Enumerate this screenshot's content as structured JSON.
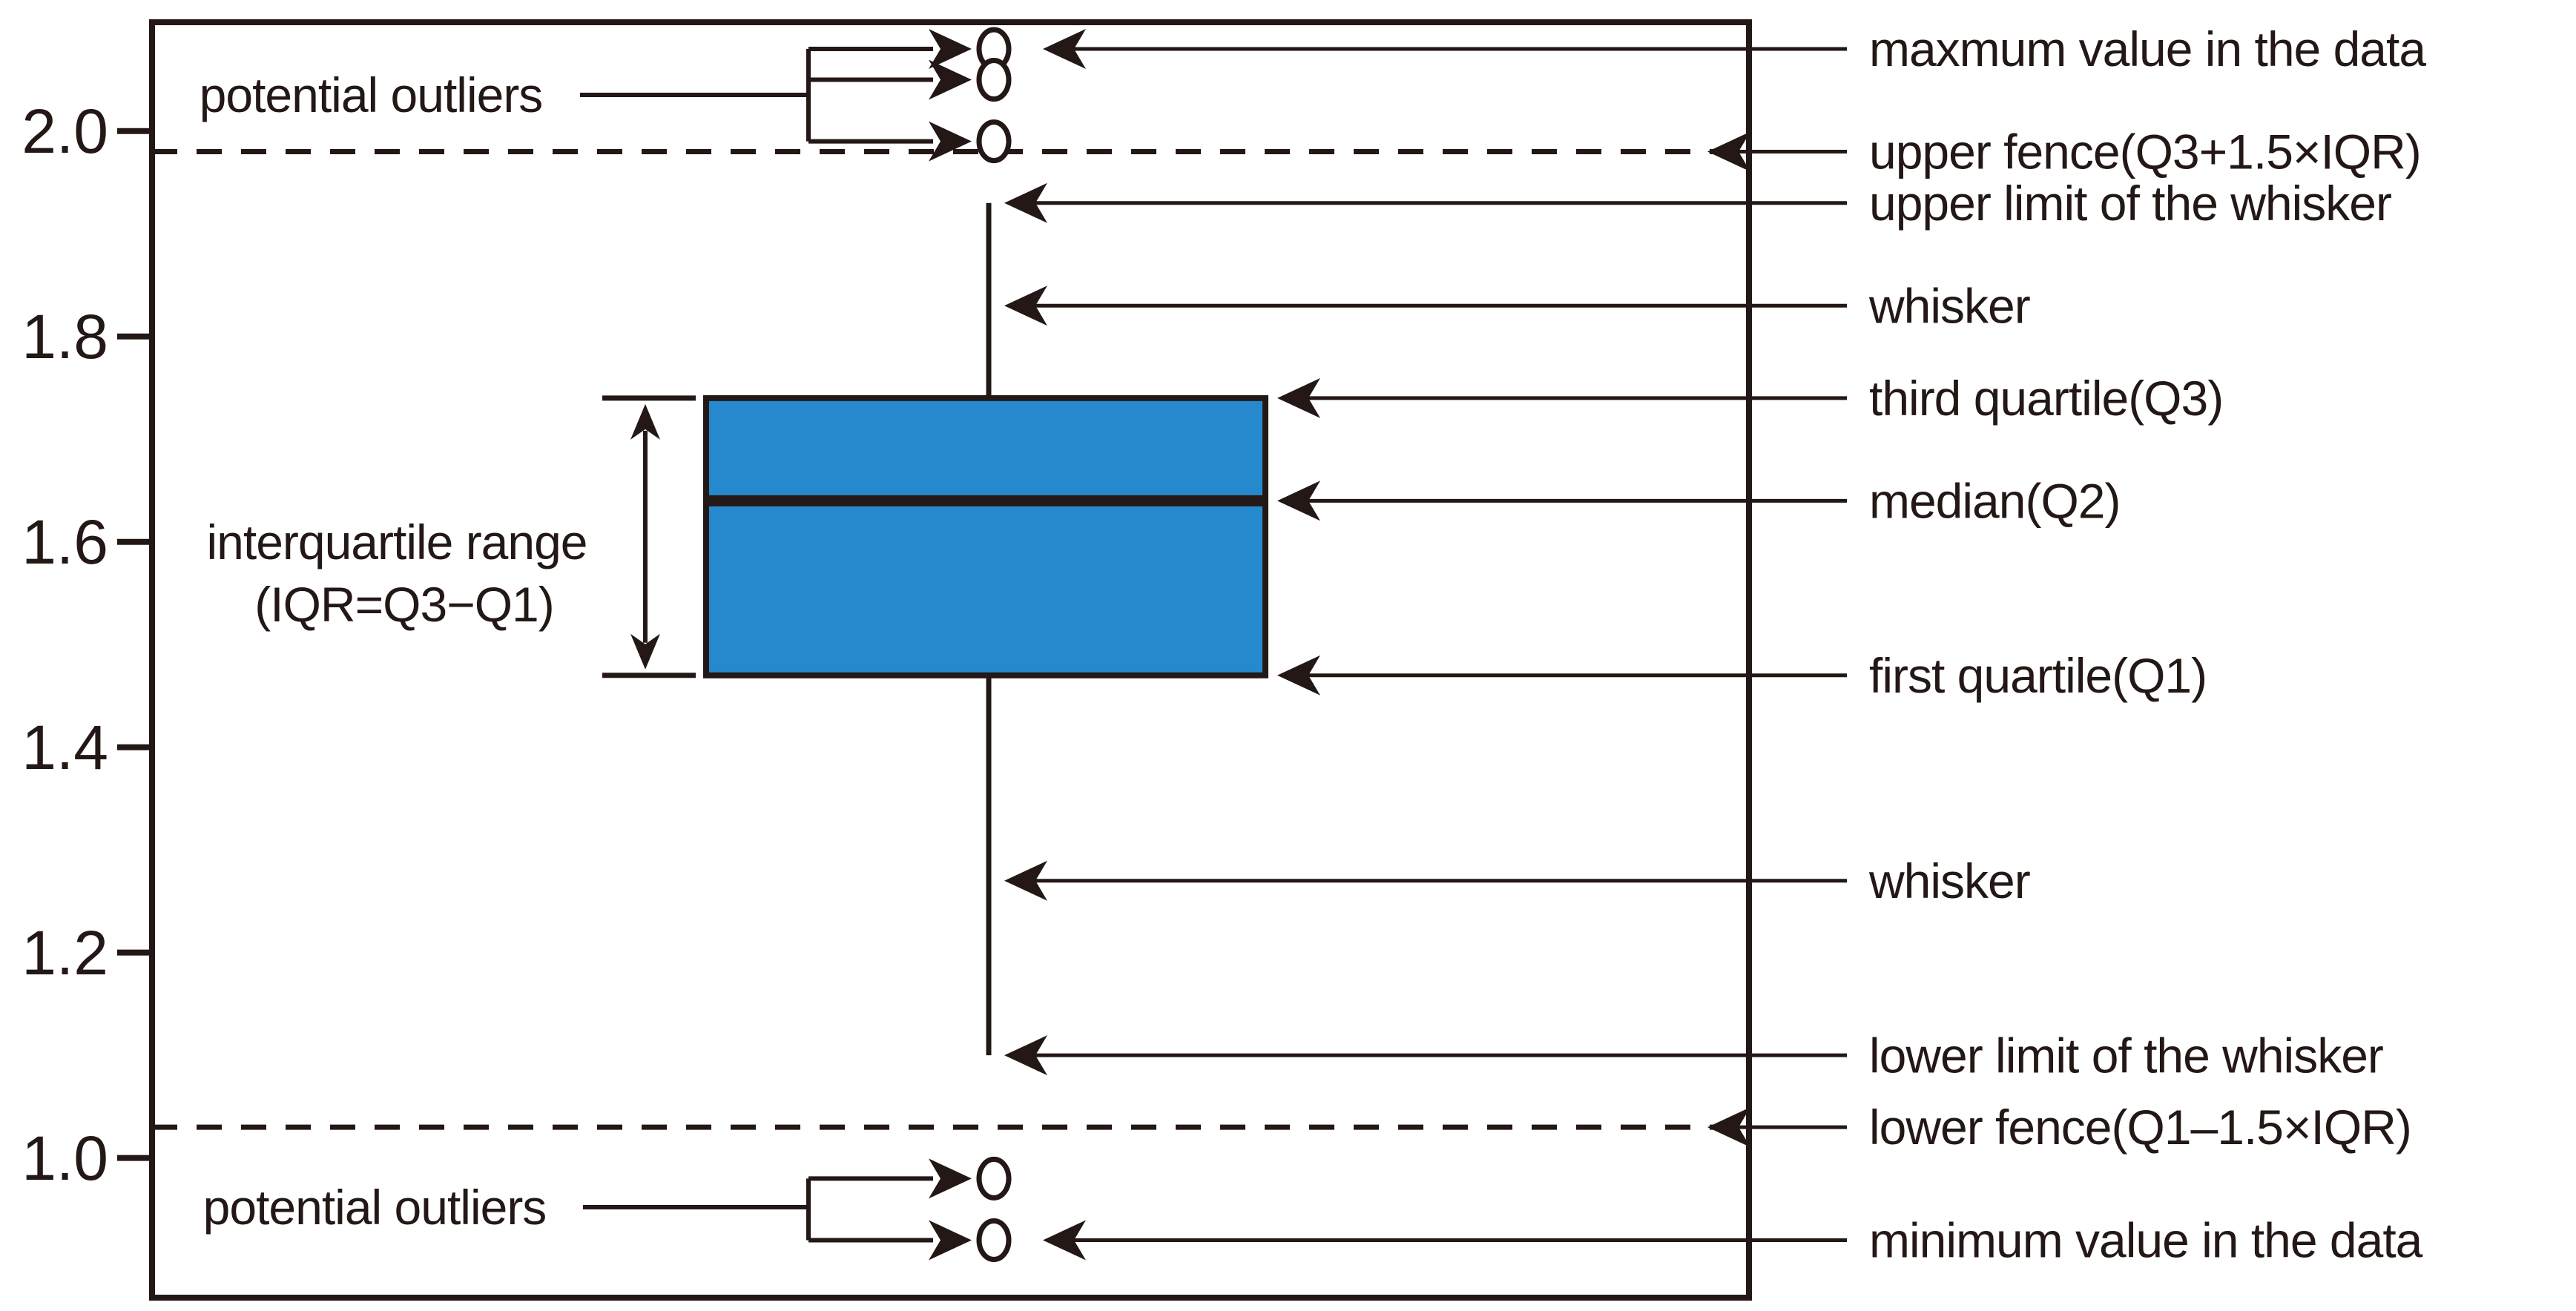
{
  "figure": {
    "background": "#ffffff",
    "ink": "#231815",
    "box_fill": "#2689CE"
  },
  "chart_data": {
    "type": "box",
    "orientation": "vertical",
    "title": "",
    "y_axis": {
      "tick_labels": [
        "2.0",
        "1.8",
        "1.6",
        "1.4",
        "1.2",
        "1.0"
      ],
      "tick_values": [
        2.0,
        1.8,
        1.6,
        1.4,
        1.2,
        1.0
      ],
      "ylim": [
        0.864,
        2.106
      ],
      "grid": false
    },
    "box": {
      "q3": 1.74,
      "median": 1.64,
      "q1": 1.47,
      "whisker_upper_limit": 1.93,
      "whisker_lower_limit": 1.1,
      "upper_fence": 1.98,
      "lower_fence": 1.03,
      "outliers_upper": [
        2.08,
        2.05,
        1.99
      ],
      "outliers_lower": [
        0.98,
        0.92
      ]
    }
  },
  "annotations": {
    "potential_outliers_top": "potential outliers",
    "potential_outliers_bottom": "potential outliers",
    "iqr_line1": "interquartile range",
    "iqr_line2": "(IQR=Q3−Q1)",
    "right_labels": [
      {
        "text": "maxmum value in the data",
        "value": 2.08,
        "points_at": "outlier"
      },
      {
        "text": "upper fence(Q3+1.5×IQR)",
        "value": 1.98,
        "points_at": "fence"
      },
      {
        "text": "upper limit of the whisker",
        "value": 1.93,
        "points_at": "whisker"
      },
      {
        "text": "whisker",
        "value": 1.83,
        "points_at": "whisker"
      },
      {
        "text": "third quartile(Q3)",
        "value": 1.74,
        "points_at": "box"
      },
      {
        "text": "median(Q2)",
        "value": 1.64,
        "points_at": "box"
      },
      {
        "text": "first quartile(Q1)",
        "value": 1.47,
        "points_at": "box"
      },
      {
        "text": "whisker",
        "value": 1.27,
        "points_at": "whisker"
      },
      {
        "text": "lower limit of the whisker",
        "value": 1.1,
        "points_at": "whisker"
      },
      {
        "text": "lower fence(Q1–1.5×IQR)",
        "value": 1.03,
        "points_at": "fence"
      },
      {
        "text": "minimum value in the data",
        "value": 0.92,
        "points_at": "outlier"
      }
    ]
  }
}
